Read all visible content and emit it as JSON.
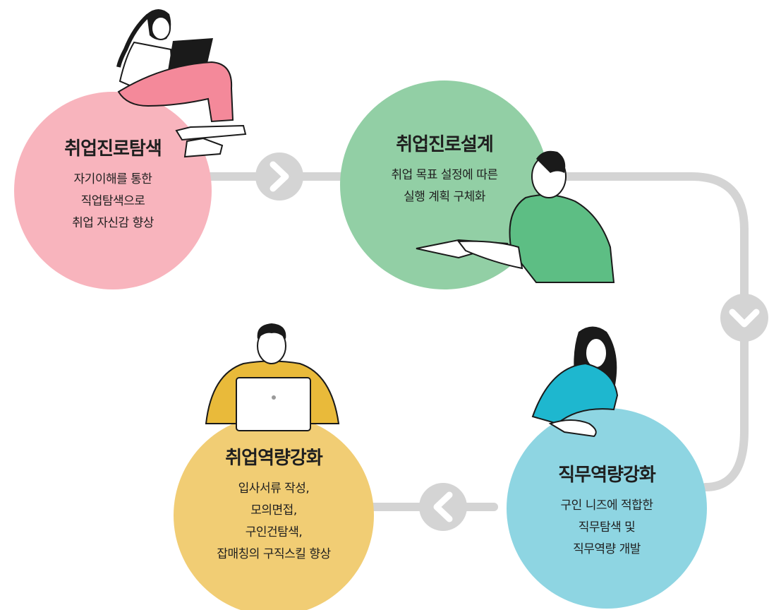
{
  "stages": [
    {
      "title": "취업진로탐색",
      "lines": [
        "자기이해를 통한",
        "직업탐색으로",
        "취업 자신감 향상"
      ],
      "color": "#F8B4BD"
    },
    {
      "title": "취업진로설계",
      "lines": [
        "취업 목표 설정에 따른",
        "실행 계획 구체화"
      ],
      "color": "#92CFA5"
    },
    {
      "title": "직무역량강화",
      "lines": [
        "구인 니즈에 적합한",
        "직무탐색 및",
        "직무역량 개발"
      ],
      "color": "#8ED5E2"
    },
    {
      "title": "취업역량강화",
      "lines": [
        "입사서류 작성,",
        "모의면접,",
        "구인건탐색,",
        "잡매칭의 구직스킬 향상"
      ],
      "color": "#F1CD74"
    }
  ],
  "connectors": {
    "track_color": "#D4D4D4",
    "arrow_icons": [
      "chevron-right-icon",
      "chevron-down-icon",
      "chevron-left-icon"
    ]
  },
  "figure_colors": {
    "pink_pants": "#F4899A",
    "green_shirt": "#5DBE84",
    "teal_shirt": "#1EB7CF",
    "yellow_shirt": "#E9BA3A",
    "hair": "#1A1A1A"
  }
}
